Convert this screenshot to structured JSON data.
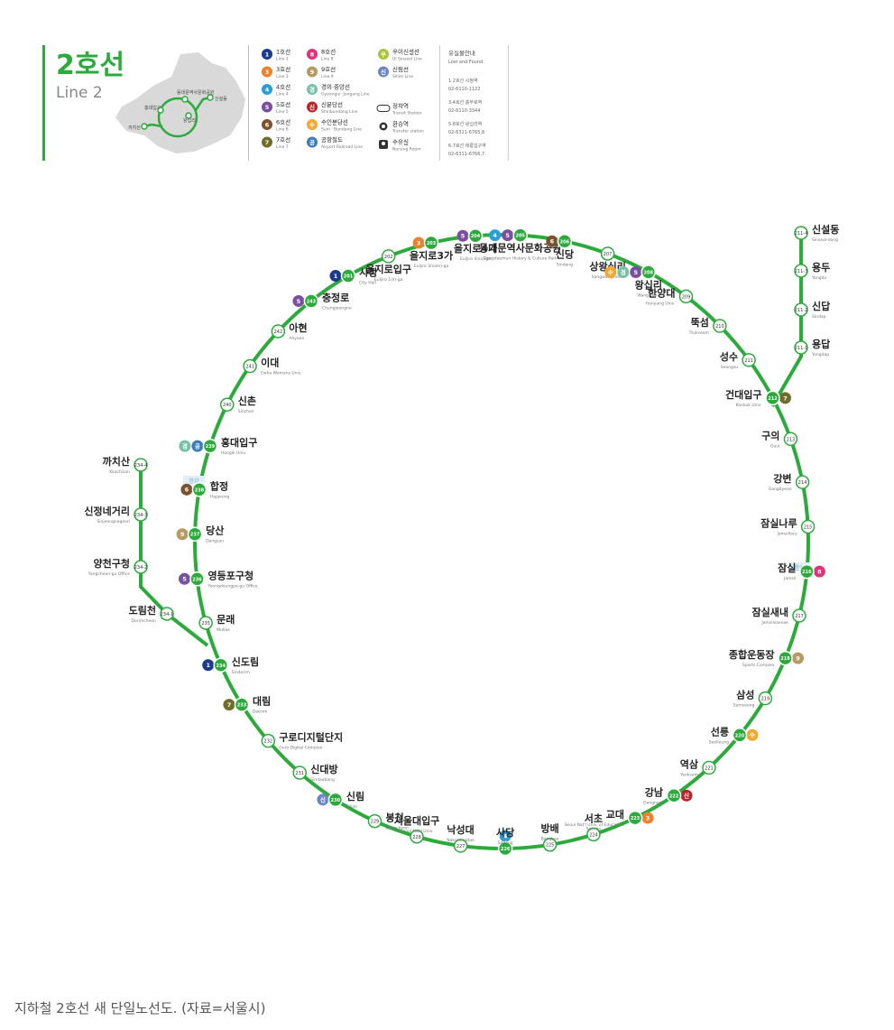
{
  "header": {
    "title": "2호선",
    "subtitle": "Line 2",
    "line_color": "#2cab3c",
    "inset_labels": [
      "동대문역사문화공원",
      "신설동",
      "왕십리",
      "홍대입구",
      "까치산"
    ]
  },
  "legend": {
    "lines": [
      {
        "num": "1",
        "ko": "1호선",
        "en": "Line 1",
        "color": "#1b3a8c"
      },
      {
        "num": "3",
        "ko": "3호선",
        "en": "Line 3",
        "color": "#f07f2a"
      },
      {
        "num": "4",
        "ko": "4호선",
        "en": "Line 4",
        "color": "#2b9ed8"
      },
      {
        "num": "5",
        "ko": "5호선",
        "en": "Line 5",
        "color": "#7b4fa0"
      },
      {
        "num": "6",
        "ko": "6호선",
        "en": "Line 6",
        "color": "#7a5230"
      },
      {
        "num": "7",
        "ko": "7호선",
        "en": "Line 7",
        "color": "#6e6e2a"
      },
      {
        "num": "8",
        "ko": "8호선",
        "en": "Line 8",
        "color": "#e0327a"
      },
      {
        "num": "9",
        "ko": "9호선",
        "en": "Line 9",
        "color": "#b59a62"
      },
      {
        "num": "경",
        "ko": "경의·중앙선",
        "en": "Gyeongui ·Jungang Line",
        "color": "#76c2a6"
      },
      {
        "num": "신",
        "ko": "신분당선",
        "en": "Shinbundang Line",
        "color": "#b8262d"
      },
      {
        "num": "수",
        "ko": "수인분당선",
        "en": "Suin · Bundang Line",
        "color": "#f0a830"
      },
      {
        "num": "공",
        "ko": "공항철도",
        "en": "Airport Railroad Line",
        "color": "#3d7bbf"
      },
      {
        "num": "우",
        "ko": "우이신설선",
        "en": "UI Sinseol Line",
        "color": "#a8c43a"
      },
      {
        "num": "신",
        "ko": "신림선",
        "en": "Sillim Line",
        "color": "#6b86c7"
      }
    ],
    "symbols": [
      {
        "ko": "정차역",
        "en": "Transit Station"
      },
      {
        "ko": "환승역",
        "en": "Transfer station"
      },
      {
        "ko": "수유실",
        "en": "Nursing Room"
      }
    ],
    "lost_found": {
      "title": "유실물안내",
      "subtitle": "Lost and Found",
      "entries": [
        {
          "label": "1·2호선 시청역",
          "phone": "02-6110-1122"
        },
        {
          "label": "3·4호선 충무로역",
          "phone": "02-6110-3344"
        },
        {
          "label": "5·8호선 왕십리역",
          "phone": "02-6311-6765,8"
        },
        {
          "label": "6·7호선 태릉입구역",
          "phone": "02-6311-6766,7"
        }
      ]
    }
  },
  "stations": [
    {
      "code": "201",
      "ko": "시청",
      "en": "City Hall"
    },
    {
      "code": "202",
      "ko": "을지로입구",
      "en": "Euljiro 1(il)-ga"
    },
    {
      "code": "203",
      "ko": "을지로3가",
      "en": "Euljiro 3(sam)-ga"
    },
    {
      "code": "204",
      "ko": "을지로4가",
      "en": "Euljiro 4(sa)-ga"
    },
    {
      "code": "205",
      "ko": "동대문역사문화공원",
      "en": "Dongdaemun History & Culture Park"
    },
    {
      "code": "206",
      "ko": "신당",
      "en": "Sindang"
    },
    {
      "code": "207",
      "ko": "상왕십리",
      "en": "Sangwangsimni"
    },
    {
      "code": "208",
      "ko": "왕십리",
      "en": "Wangsimni"
    },
    {
      "code": "209",
      "ko": "한양대",
      "en": "Hanyang Univ."
    },
    {
      "code": "210",
      "ko": "뚝섬",
      "en": "Ttukseom"
    },
    {
      "code": "211",
      "ko": "성수",
      "en": "Seongsu"
    },
    {
      "code": "212",
      "ko": "건대입구",
      "en": "Konkuk Univ."
    },
    {
      "code": "213",
      "ko": "구의",
      "en": "Guui"
    },
    {
      "code": "214",
      "ko": "강변",
      "en": "Gangbyeon"
    },
    {
      "code": "215",
      "ko": "잠실나루",
      "en": "Jamsillaru"
    },
    {
      "code": "216",
      "ko": "잠실",
      "en": "Jamsil"
    },
    {
      "code": "217",
      "ko": "잠실새내",
      "en": "Jamsilsaenae"
    },
    {
      "code": "218",
      "ko": "종합운동장",
      "en": "Sports Complex"
    },
    {
      "code": "219",
      "ko": "삼성",
      "en": "Samseong"
    },
    {
      "code": "220",
      "ko": "선릉",
      "en": "Seolleung"
    },
    {
      "code": "221",
      "ko": "역삼",
      "en": "Yeoksam"
    },
    {
      "code": "222",
      "ko": "강남",
      "en": "Gangnam"
    },
    {
      "code": "223",
      "ko": "교대",
      "en": "Seoul Nat'l Univ. of Education"
    },
    {
      "code": "224",
      "ko": "서초",
      "en": "Seocho"
    },
    {
      "code": "225",
      "ko": "방배",
      "en": "Bangbae"
    },
    {
      "code": "226",
      "ko": "사당",
      "en": "Sadang"
    },
    {
      "code": "227",
      "ko": "낙성대",
      "en": "Nakseongdae"
    },
    {
      "code": "228",
      "ko": "서울대입구",
      "en": "Seoul Nat'l Univ."
    },
    {
      "code": "229",
      "ko": "봉천",
      "en": "Bongcheon"
    },
    {
      "code": "230",
      "ko": "신림",
      "en": "Sillim"
    },
    {
      "code": "231",
      "ko": "신대방",
      "en": "Sindaebang"
    },
    {
      "code": "232",
      "ko": "구로디지털단지",
      "en": "Guro Digital Complex"
    },
    {
      "code": "233",
      "ko": "대림",
      "en": "Daerim"
    },
    {
      "code": "234",
      "ko": "신도림",
      "en": "Sindorim"
    },
    {
      "code": "235",
      "ko": "문래",
      "en": "Mullae"
    },
    {
      "code": "236",
      "ko": "영등포구청",
      "en": "Yeongdeungpo-gu Office"
    },
    {
      "code": "237",
      "ko": "당산",
      "en": "Dangsan"
    },
    {
      "code": "238",
      "ko": "합정",
      "en": "Hapjeong"
    },
    {
      "code": "239",
      "ko": "홍대입구",
      "en": "Hongik Univ."
    },
    {
      "code": "240",
      "ko": "신촌",
      "en": "Sinchon"
    },
    {
      "code": "241",
      "ko": "이대",
      "en": "Ewha Womans Univ."
    },
    {
      "code": "242",
      "ko": "아현",
      "en": "Ahyeon"
    },
    {
      "code": "243",
      "ko": "충정로",
      "en": "Chungjeongno"
    }
  ],
  "branch_seongsu": [
    {
      "code": "211-4",
      "ko": "신설동",
      "en": "Sinseol-dong"
    },
    {
      "code": "211-3",
      "ko": "용두",
      "en": "Yongdu"
    },
    {
      "code": "211-2",
      "ko": "신답",
      "en": "Sindap"
    },
    {
      "code": "211-1",
      "ko": "용답",
      "en": "Yongdap"
    }
  ],
  "branch_sindorim": [
    {
      "code": "234-4",
      "ko": "까치산",
      "en": "Kkachisan"
    },
    {
      "code": "234-3",
      "ko": "신정네거리",
      "en": "Sinjeongnegeori"
    },
    {
      "code": "234-2",
      "ko": "양천구청",
      "en": "Yangcheon-gu Office"
    },
    {
      "code": "234-1",
      "ko": "도림천",
      "en": "Dorimcheon"
    }
  ],
  "river_label": "한강",
  "caption": "지하철 2호선 새 단일노선도. (자료=서울시)"
}
